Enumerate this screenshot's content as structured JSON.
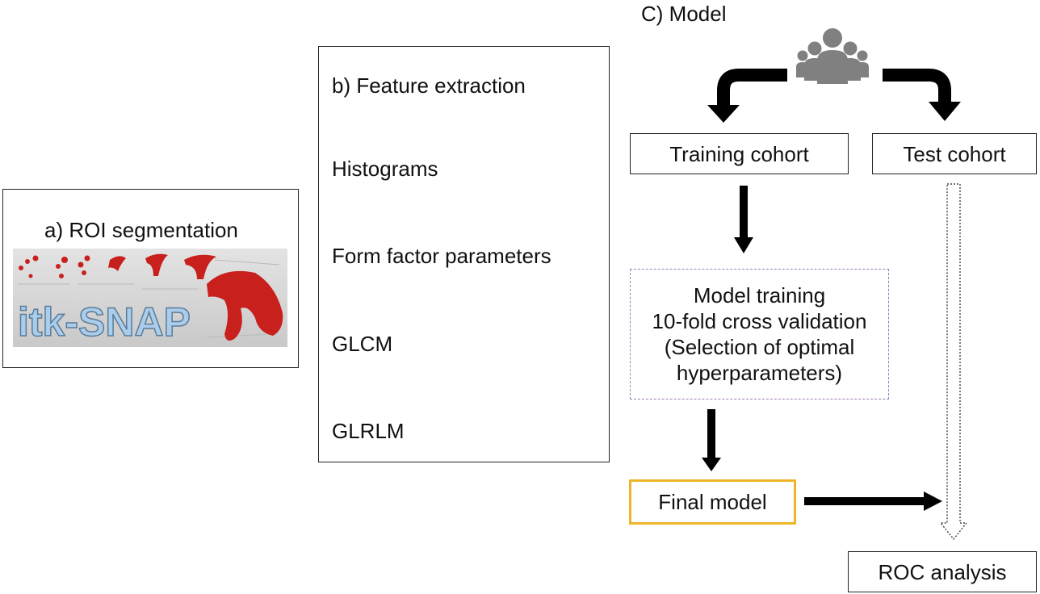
{
  "section_a": {
    "title": "a) ROI segmentation",
    "logo_text": "itk-SNAP"
  },
  "section_b": {
    "title": "b) Feature extraction",
    "items": [
      "Histograms",
      "Form factor parameters",
      "GLCM",
      "GLRLM"
    ]
  },
  "section_c": {
    "title": "C) Model",
    "people_icon": "group-of-people-icon",
    "training_cohort": "Training cohort",
    "test_cohort": "Test cohort",
    "model_training": [
      "Model training",
      "10-fold cross validation",
      "(Selection of optimal",
      "hyperparameters)"
    ],
    "final_model": "Final model",
    "roc_analysis": "ROC analysis"
  },
  "colors": {
    "final_model_border": "#f0b429",
    "model_training_border": "#9b7bb8",
    "arrow": "#000000",
    "people_icon": "#808080",
    "segmentation_red": "#c8201c",
    "logo_blue": "#9fc6e6"
  }
}
